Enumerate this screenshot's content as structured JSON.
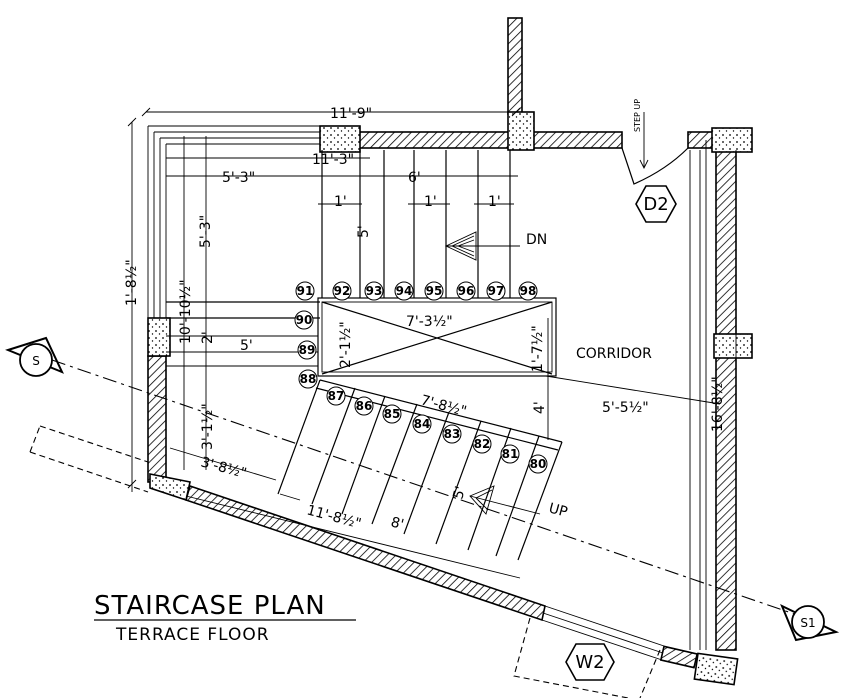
{
  "title": "STAIRCASE PLAN",
  "subtitle": "TERRACE FLOOR",
  "room_label": "CORRIDOR",
  "arrows": {
    "down": "DN",
    "up": "UP",
    "step_up": "STEP UP"
  },
  "tags": {
    "door": "D2",
    "window": "W2"
  },
  "section_marks": {
    "start": "S",
    "end": "S1"
  },
  "dimensions": {
    "overall_width": "11'-9\"",
    "inner_width": "11'-3\"",
    "left_span": "5'-3\"",
    "right_span": "6'",
    "tread_a": "1'",
    "tread_b": "1'",
    "tread_c": "1'",
    "flight_width": "5'",
    "vertical_left": "5'-3\"",
    "overall_height": "1'-8½\"",
    "height_mid": "10'-10½\"",
    "small_2": "2'",
    "landing_5": "5'",
    "landing_w": "7'-3½\"",
    "landing_h1": "2'-1½\"",
    "landing_h2": "1'-7½\"",
    "diag": "7'-8½\"",
    "gap_4": "4'",
    "corridor_w": "5'-5½\"",
    "corridor_h": "16'-8½\"",
    "left_low": "3'-1½\"",
    "left_diag": "3'-8½\"",
    "flight_len": "11'-8½\"",
    "flight_8": "8'",
    "flight_5": "5'"
  },
  "steps_upper": [
    "91",
    "92",
    "93",
    "94",
    "95",
    "96",
    "97",
    "98"
  ],
  "steps_left": [
    "90",
    "89",
    "88"
  ],
  "steps_lower": [
    "87",
    "86",
    "85",
    "84",
    "83",
    "82",
    "81",
    "80"
  ]
}
